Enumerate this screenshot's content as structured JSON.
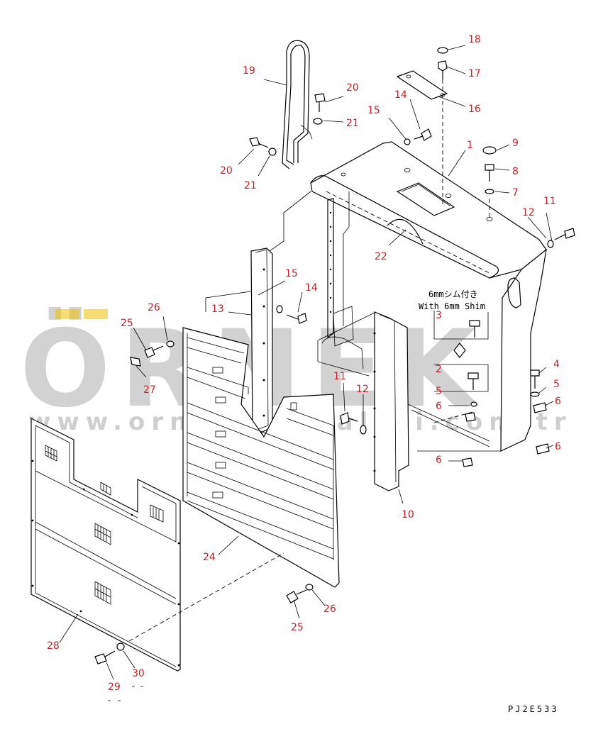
{
  "watermark": {
    "word": "ÖRNEK",
    "url": "www.orneksanmalari.com.tr",
    "accent": "#f0c000"
  },
  "drawing_code": "PJ2E533",
  "shim_note": {
    "line1": "6mmシム付き",
    "line2": "With 6mm Shim"
  },
  "callout_color": "#c8202a",
  "callouts": [
    {
      "id": "c1",
      "label": "1"
    },
    {
      "id": "c2",
      "label": "2"
    },
    {
      "id": "c3",
      "label": "3"
    },
    {
      "id": "c4",
      "label": "4"
    },
    {
      "id": "c5a",
      "label": "5"
    },
    {
      "id": "c5b",
      "label": "5"
    },
    {
      "id": "c6a",
      "label": "6"
    },
    {
      "id": "c6b",
      "label": "6"
    },
    {
      "id": "c6c",
      "label": "6"
    },
    {
      "id": "c6d",
      "label": "6"
    },
    {
      "id": "c7",
      "label": "7"
    },
    {
      "id": "c8",
      "label": "8"
    },
    {
      "id": "c9",
      "label": "9"
    },
    {
      "id": "c10",
      "label": "10"
    },
    {
      "id": "c11a",
      "label": "11"
    },
    {
      "id": "c11b",
      "label": "11"
    },
    {
      "id": "c12a",
      "label": "12"
    },
    {
      "id": "c12b",
      "label": "12"
    },
    {
      "id": "c13",
      "label": "13"
    },
    {
      "id": "c14a",
      "label": "14"
    },
    {
      "id": "c14b",
      "label": "14"
    },
    {
      "id": "c15a",
      "label": "15"
    },
    {
      "id": "c15b",
      "label": "15"
    },
    {
      "id": "c16",
      "label": "16"
    },
    {
      "id": "c17",
      "label": "17"
    },
    {
      "id": "c18",
      "label": "18"
    },
    {
      "id": "c19",
      "label": "19"
    },
    {
      "id": "c20a",
      "label": "20"
    },
    {
      "id": "c20b",
      "label": "20"
    },
    {
      "id": "c21a",
      "label": "21"
    },
    {
      "id": "c21b",
      "label": "21"
    },
    {
      "id": "c22",
      "label": "22"
    },
    {
      "id": "c24",
      "label": "24"
    },
    {
      "id": "c25a",
      "label": "25"
    },
    {
      "id": "c25b",
      "label": "25"
    },
    {
      "id": "c26a",
      "label": "26"
    },
    {
      "id": "c26b",
      "label": "26"
    },
    {
      "id": "c27",
      "label": "27"
    },
    {
      "id": "c28",
      "label": "28"
    },
    {
      "id": "c29",
      "label": "29"
    },
    {
      "id": "c30",
      "label": "30"
    }
  ]
}
